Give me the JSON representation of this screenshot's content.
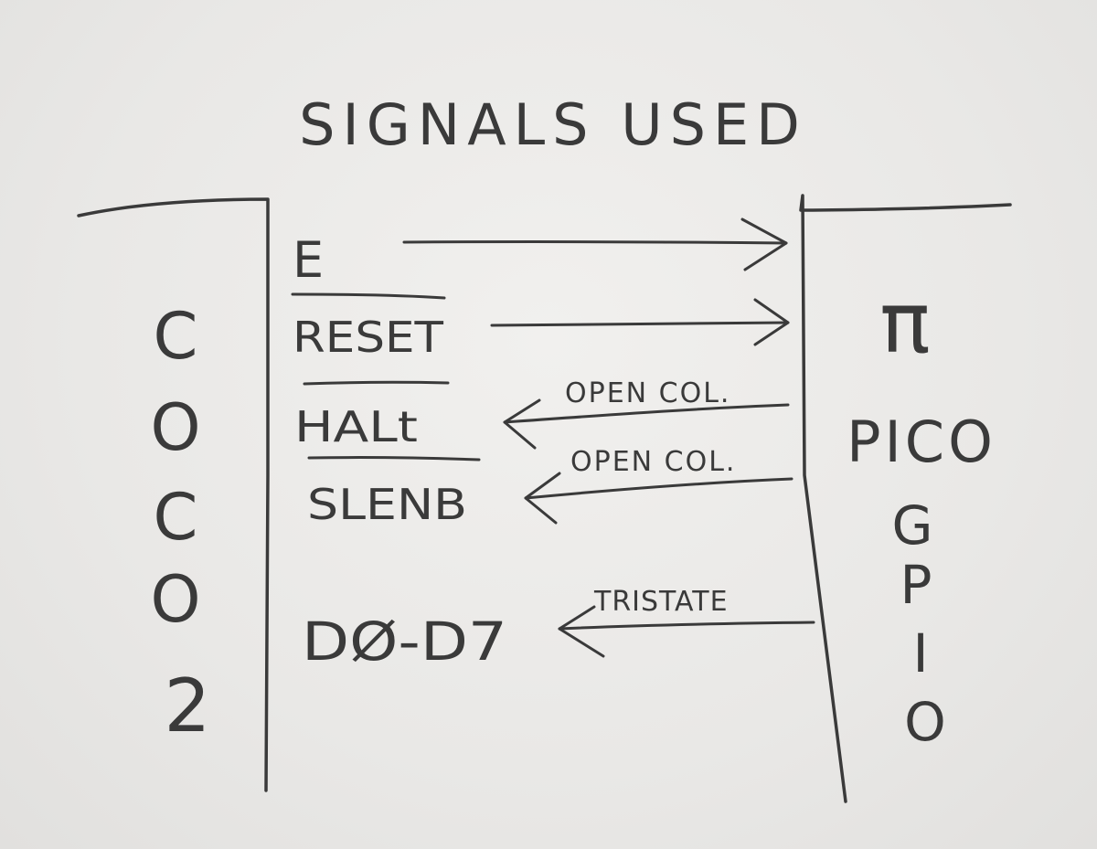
{
  "title": "SIGNALS USED",
  "left_block": {
    "label_letters": [
      "C",
      "O",
      "C",
      "O",
      "2"
    ]
  },
  "right_block": {
    "pi_symbol": "π",
    "label_top": "PICO",
    "label_letters": [
      "G",
      "P",
      "I",
      "O"
    ]
  },
  "signals": [
    {
      "name": "E",
      "direction": "to-pico",
      "overbar": false,
      "annotation": ""
    },
    {
      "name": "RESET",
      "direction": "to-pico",
      "overbar": true,
      "annotation": ""
    },
    {
      "name": "HALt",
      "direction": "to-coco",
      "overbar": true,
      "annotation": "OPEN COL."
    },
    {
      "name": "SLENB",
      "direction": "to-coco",
      "overbar": true,
      "annotation": "OPEN COL."
    },
    {
      "name": "DØ-D7",
      "direction": "to-coco",
      "overbar": false,
      "annotation": "TRISTATE"
    }
  ]
}
